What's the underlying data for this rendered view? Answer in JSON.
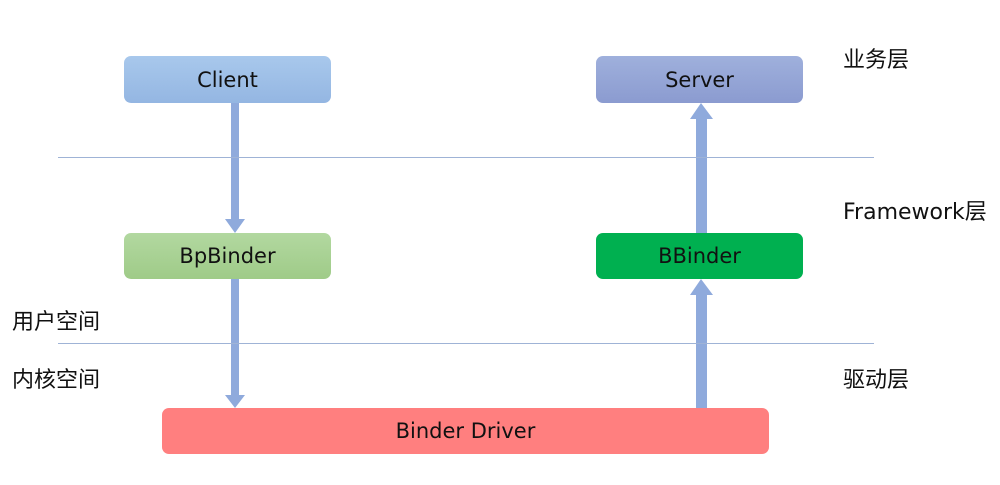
{
  "boxes": {
    "client": "Client",
    "server": "Server",
    "bpbinder": "BpBinder",
    "bbinder": "BBinder",
    "driver": "Binder Driver"
  },
  "layers": {
    "business": "业务层",
    "framework": "Framework层",
    "driver": "驱动层",
    "user_space": "用户空间",
    "kernel_space": "内核空间"
  },
  "colors": {
    "client": "#a8c8ec",
    "server": "#9fb0dc",
    "bpbinder": "#b2d8a0",
    "bbinder": "#00b050",
    "driver": "#ff7f7f",
    "arrow": "#8faadc",
    "divider": "#9fb3d6"
  }
}
